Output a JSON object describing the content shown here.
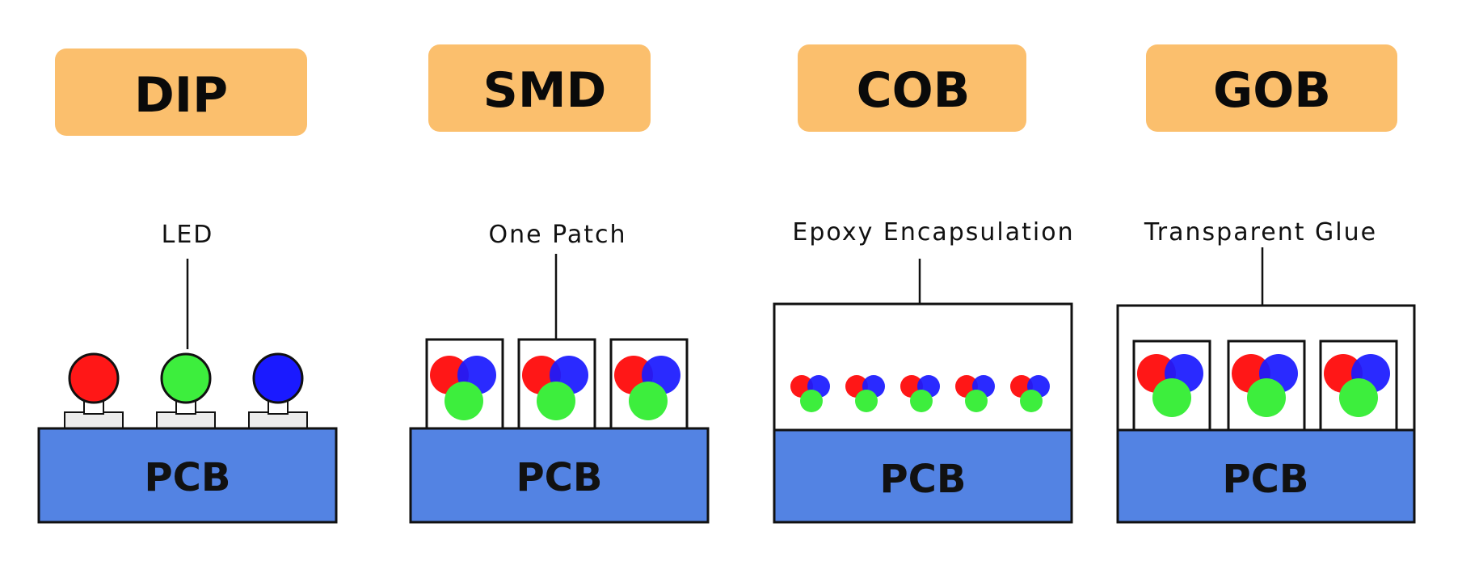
{
  "colors": {
    "badge": "#fbbf6d",
    "pcb": "#5383e3",
    "red": "#ff1717",
    "green": "#3dee3d",
    "blue": "#1a1aff",
    "outline": "#111111"
  },
  "panels": [
    {
      "id": "dip",
      "badge": "DIP",
      "callout": "LED",
      "pcb": "PCB"
    },
    {
      "id": "smd",
      "badge": "SMD",
      "callout": "One Patch",
      "pcb": "PCB"
    },
    {
      "id": "cob",
      "badge": "COB",
      "callout": "Epoxy Encapsulation",
      "pcb": "PCB"
    },
    {
      "id": "gob",
      "badge": "GOB",
      "callout": "Transparent Glue",
      "pcb": "PCB"
    }
  ]
}
